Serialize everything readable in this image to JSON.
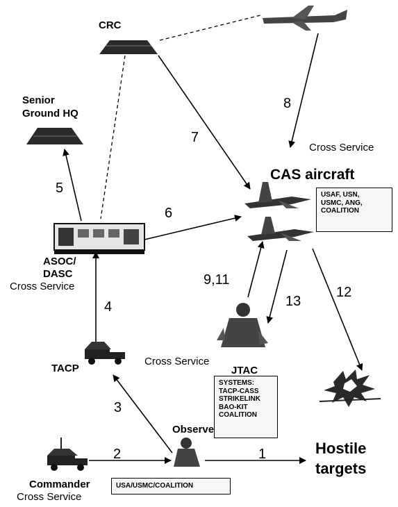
{
  "nodes": {
    "crc": "CRC",
    "senior_hq": [
      "Senior",
      "Ground HQ"
    ],
    "asoc": [
      "ASOC/",
      "DASC"
    ],
    "asoc_sub": "Cross Service",
    "tacp": "TACP",
    "commander": "Commander",
    "commander_sub": "Cross Service",
    "observer": "Observer",
    "jtac": "JTAC",
    "jtac_cross": "Cross Service",
    "cas": "CAS aircraft",
    "cas_cross": "Cross Service",
    "hostile": [
      "Hostile",
      "targets"
    ]
  },
  "boxes": {
    "cas_services": [
      "USAF, USN,",
      "USMC, ANG,",
      "COALITION"
    ],
    "jtac_systems": [
      "SYSTEMS:",
      "TACP-CASS",
      "STRIKELINK",
      "BAO-KIT",
      "COALITION"
    ],
    "commander_forces": "USA/USMC/COALITION"
  },
  "steps": {
    "s1": "1",
    "s2": "2",
    "s3": "3",
    "s4": "4",
    "s5": "5",
    "s6": "6",
    "s7": "7",
    "s8": "8",
    "s9_11": "9,11",
    "s12": "12",
    "s13": "13"
  },
  "icons": [
    "tent-icon",
    "aircraft-icon",
    "jet-icon",
    "command-vehicle-icon",
    "humvee-icon",
    "soldier-icon",
    "explosion-icon"
  ]
}
